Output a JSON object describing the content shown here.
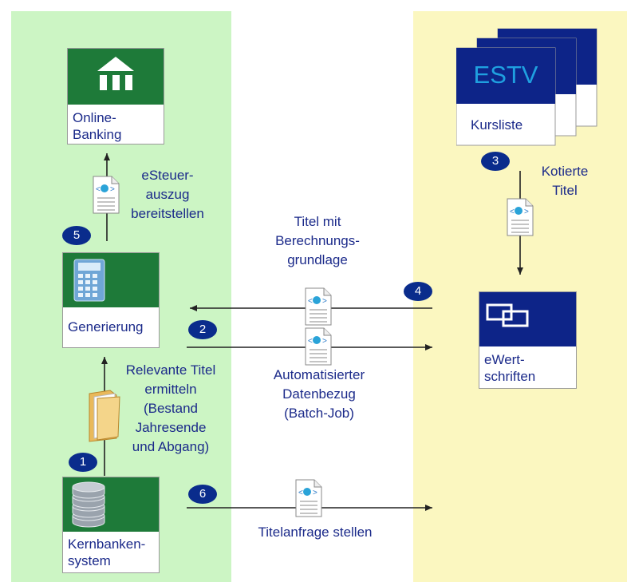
{
  "colors": {
    "left_zone_bg": "#ccf5c4",
    "right_zone_bg": "#fbf7c0",
    "green": "#1e7a39",
    "navy": "#0d2488",
    "text": "#1b2a8a",
    "badge": "#0a2c8c"
  },
  "nodes": {
    "online_banking": {
      "label": "Online-\nBanking",
      "icon": "bank-icon"
    },
    "generierung": {
      "label": "Generierung",
      "icon": "calculator-icon"
    },
    "kernbankensystem": {
      "label": "Kernbanken-\nsystem",
      "icon": "database-icon"
    },
    "kursliste": {
      "label": "Kursliste",
      "header_text": "ESTV",
      "icon": "stacked-pages-icon"
    },
    "ewertschriften": {
      "label": "eWert-\nschriften",
      "icon": "windows-icon"
    }
  },
  "steps": [
    {
      "number": "1",
      "text": "Relevante Titel\nermitteln\n(Bestand\nJahresende\nund Abgang)"
    },
    {
      "number": "2",
      "text": "Automatisierter\nDatenbezug\n(Batch-Job)"
    },
    {
      "number": "3",
      "text": "Kotierte\nTitel"
    },
    {
      "number": "4",
      "text": "Titel mit\nBerechnungs-\ngrundlage"
    },
    {
      "number": "5",
      "text": "eSteuer-\nauszug\nbereitstellen"
    },
    {
      "number": "6",
      "text": "Titelanfrage stellen"
    }
  ]
}
